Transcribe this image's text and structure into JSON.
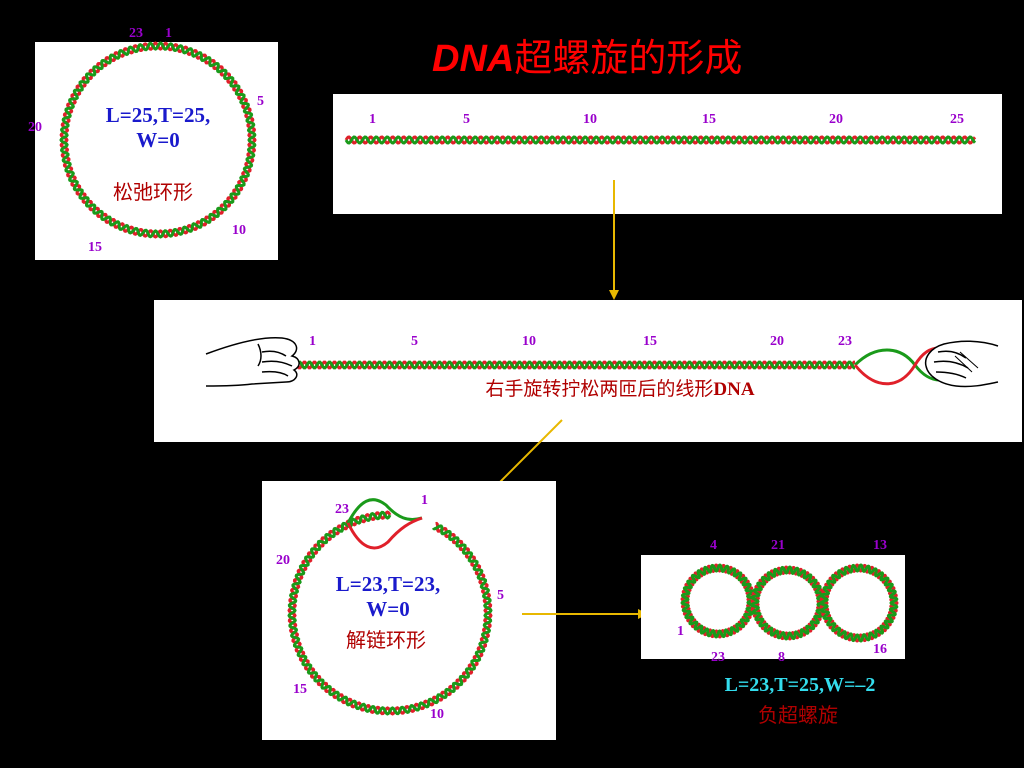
{
  "title": {
    "prefix": "DNA",
    "text": "超螺旋的形成"
  },
  "relaxed": {
    "params_line1": "L=25,T=25,",
    "params_line2": "W=0",
    "name": "松弛环形",
    "markers": [
      "23",
      "1",
      "5",
      "20",
      "10",
      "15"
    ]
  },
  "linear": {
    "markers": [
      "1",
      "5",
      "10",
      "15",
      "20",
      "25"
    ]
  },
  "twisted": {
    "markers": [
      "1",
      "5",
      "10",
      "15",
      "20",
      "23"
    ],
    "caption_prefix": "右手旋转拧松两匝后的线形",
    "caption_suffix": "DNA"
  },
  "unwound": {
    "params_line1": "L=23,T=23,",
    "params_line2": "W=0",
    "name": "解链环形",
    "markers": [
      "23",
      "1",
      "20",
      "5",
      "15",
      "10"
    ]
  },
  "supercoil": {
    "markers": [
      "4",
      "21",
      "13",
      "1",
      "23",
      "8",
      "16"
    ],
    "params": "L=23,T=25,W=–2",
    "name": "负超螺旋"
  },
  "colors": {
    "background": "#000000",
    "strand_green": "#1a9a1a",
    "strand_red": "#e0202a",
    "marker": "#9900cc",
    "arrow": "#e8b800",
    "title": "#ff0000",
    "params_blue": "#1a1acc",
    "params_cyan": "#33ddee",
    "name_red": "#b00000"
  }
}
